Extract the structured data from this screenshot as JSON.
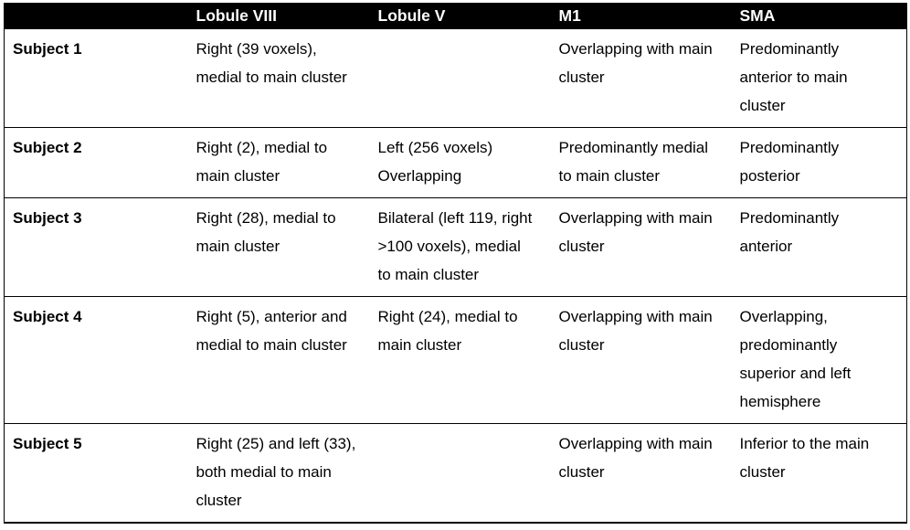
{
  "table": {
    "caption_visible": false,
    "style": {
      "header_background": "#000000",
      "header_text_color": "#FFFFFF",
      "body_text_color": "#000000",
      "page_background": "#FFFFFF",
      "rule_color": "#000000"
    },
    "columns": [
      {
        "key": "subject",
        "label": ""
      },
      {
        "key": "lobule_viii",
        "label": "Lobule VIII"
      },
      {
        "key": "lobule_v",
        "label": "Lobule V"
      },
      {
        "key": "m1",
        "label": "M1"
      },
      {
        "key": "sma",
        "label": "SMA"
      }
    ],
    "rows": [
      {
        "subject": "Subject 1",
        "lobule_viii": "Right (39 voxels), medial to main cluster",
        "lobule_v": "",
        "m1": "Overlapping with main cluster",
        "sma": "Predominantly anterior to main cluster"
      },
      {
        "subject": "Subject 2",
        "lobule_viii": "Right (2), medial to main cluster",
        "lobule_v": "Left (256 voxels) Overlapping",
        "m1": "Predominantly medial to main cluster",
        "sma": "Predominantly posterior"
      },
      {
        "subject": "Subject 3",
        "lobule_viii": "Right (28), medial to main cluster",
        "lobule_v": "Bilateral (left 119, right >100 voxels), medial to main cluster",
        "m1": "Overlapping with main cluster",
        "sma": "Predominantly anterior"
      },
      {
        "subject": "Subject 4",
        "lobule_viii": "Right (5), anterior and medial to main cluster",
        "lobule_v": "Right (24), medial to main cluster",
        "m1": "Overlapping with main cluster",
        "sma": "Overlapping, predominantly superior and left hemisphere"
      },
      {
        "subject": "Subject 5",
        "lobule_viii": "Right (25) and left (33), both medial to main cluster",
        "lobule_v": "",
        "m1": "Overlapping with main cluster",
        "sma": "Inferior to the main cluster"
      }
    ]
  }
}
